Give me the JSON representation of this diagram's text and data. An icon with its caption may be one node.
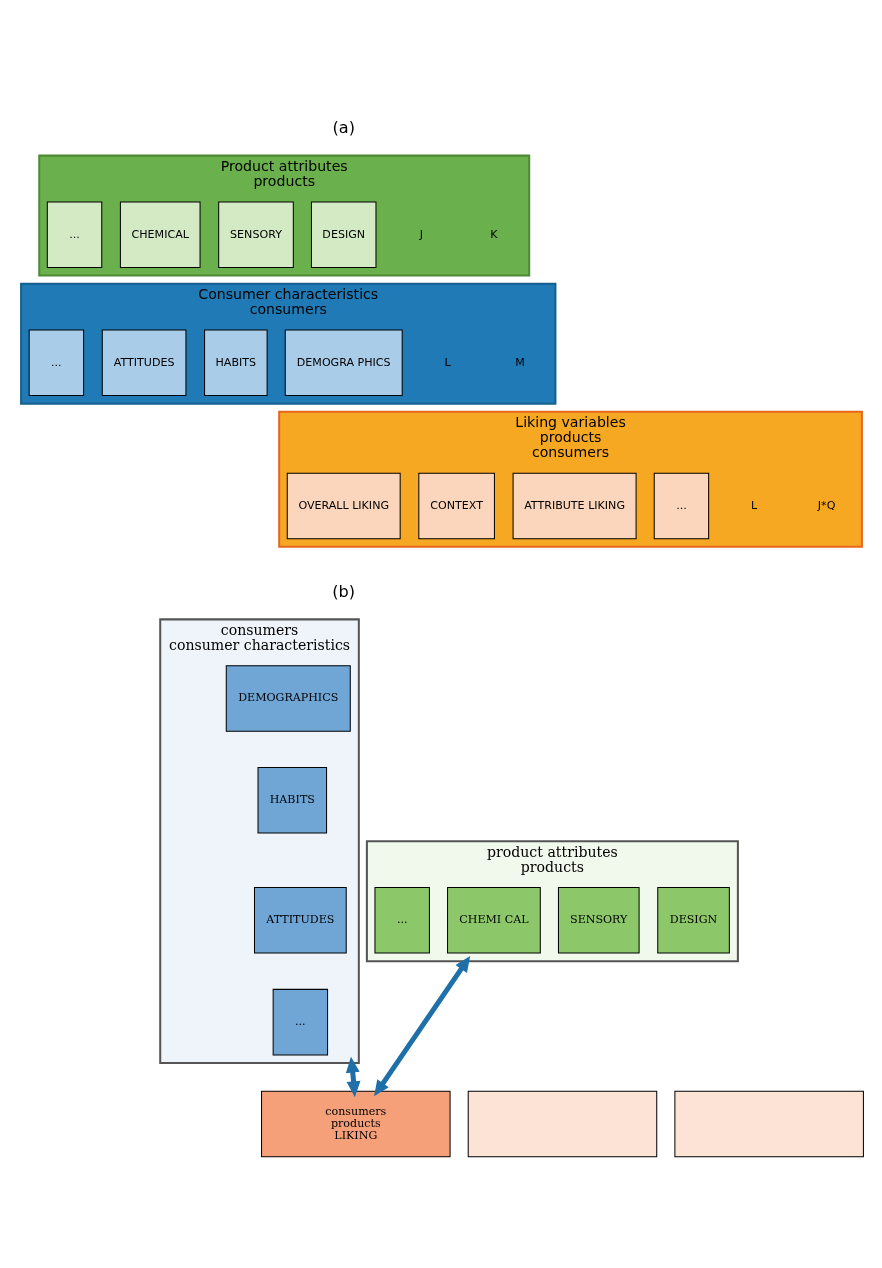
{
  "diagram": {
    "nodes": [
      {
        "text": [
          "Product attributes",
          "products"
        ],
        "beside": [
          "K",
          "J"
        ]
      },
      {
        "text": [
          "DESIGN"
        ],
        "in": 0
      },
      {
        "text": [
          "SENSORY"
        ],
        "in": 0
      },
      {
        "text": [
          "CHEMICAL"
        ],
        "in": 0
      },
      {
        "text": [
          "..."
        ],
        "in": 0
      },
      {
        "text": [
          "Consumer characteristics",
          "consumers"
        ],
        "beside": [
          "M",
          "L"
        ]
      },
      {
        "text": [
          "DEMOGRA PHICS"
        ],
        "in": 5
      },
      {
        "text": [
          "HABITS"
        ],
        "in": 5
      },
      {
        "text": [
          "ATTITUDES"
        ],
        "in": 5
      },
      {
        "text": [
          "..."
        ],
        "in": 5
      },
      {
        "text": [
          "Liking variables",
          "products",
          "consumers"
        ],
        "beside": [
          "J*Q",
          "L"
        ]
      },
      {
        "text": [
          "OVERALL LIKING"
        ],
        "in": 10
      },
      {
        "text": [
          "ATTRIBUTE LIKING"
        ],
        "in": 10
      },
      {
        "text": [
          "CONTEXT"
        ],
        "in": 10
      },
      {
        "text": [
          "..."
        ],
        "in": 10
      },
      {
        "text": [
          "consumers",
          "consumer characteristics"
        ]
      },
      {
        "text": [
          "DEMOGRAPHICS"
        ],
        "in": 15
      },
      {
        "text": [
          "HABITS"
        ],
        "in": 15
      },
      {
        "text": [
          "ATTITUDES"
        ],
        "in": 15
      },
      {
        "text": [
          "..."
        ],
        "in": 15
      },
      {
        "text": [
          "product attributes",
          "products"
        ]
      },
      {
        "text": [
          "DESIGN"
        ],
        "in": 20
      },
      {
        "text": [
          "SENSORY"
        ],
        "in": 20
      },
      {
        "text": [
          "CHEMI CAL"
        ],
        "in": 20
      },
      {
        "text": [
          "..."
        ],
        "in": 20
      },
      {
        "text": [
          "consumers",
          "products",
          "LIKING"
        ]
      },
      {
        "text": [],
        "shape": "box"
      },
      {
        "text": [],
        "shape": "box"
      }
    ],
    "edges": [
      {
        "from": 15,
        "to": 25,
        "arrow": "both"
      },
      {
        "from": 20,
        "to": 25,
        "arrow": "both"
      }
    ],
    "labels": [
      "(a)",
      "(b)"
    ]
  }
}
